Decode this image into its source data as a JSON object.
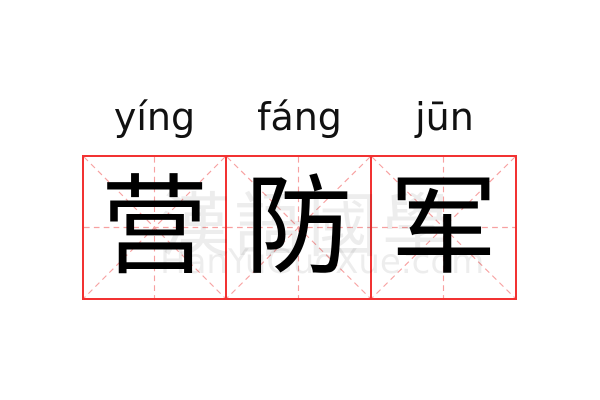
{
  "colors": {
    "grid_border": "#f23232",
    "guide": "#f7a0a0",
    "text": "#000000"
  },
  "characters": [
    {
      "pinyin": "yíng",
      "hanzi": "营"
    },
    {
      "pinyin": "fáng",
      "hanzi": "防"
    },
    {
      "pinyin": "jūn",
      "hanzi": "军"
    }
  ],
  "watermark": {
    "text": "漢語國學",
    "url": "HanYuGuoXue.com"
  }
}
